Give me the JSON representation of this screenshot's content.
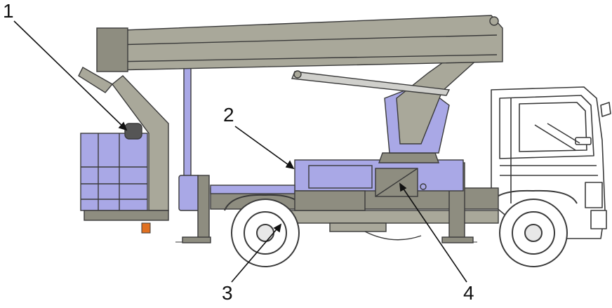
{
  "callouts": {
    "c1": "1",
    "c2": "2",
    "c3": "3",
    "c4": "4"
  },
  "colors": {
    "body": "#a9a89a",
    "body_dark": "#8e8d80",
    "accent_blue": "#a9a8e6",
    "outline": "#3a3a3a",
    "glass": "#ffffff",
    "orange": "#e07020"
  }
}
